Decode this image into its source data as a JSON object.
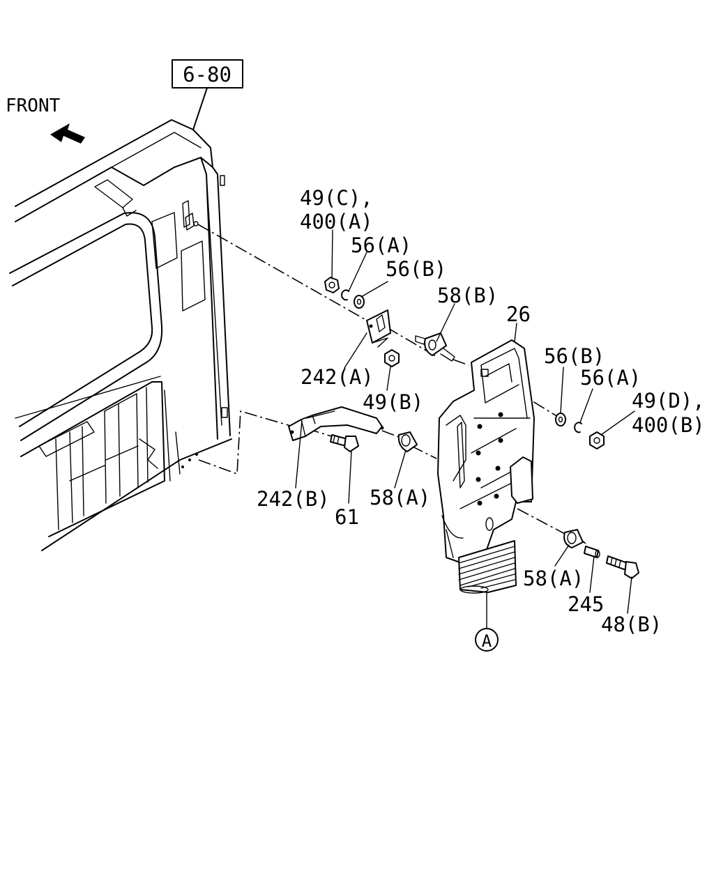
{
  "diagram": {
    "section_ref": "6-80",
    "direction_label": "FRONT",
    "detail_marker": "A",
    "callouts": {
      "c49c_400a_line1": "49(C),",
      "c49c_400a_line2": "400(A)",
      "c56a_top": "56(A)",
      "c56b_top": "56(B)",
      "c58b": "58(B)",
      "c26": "26",
      "c242a": "242(A)",
      "c49b": "49(B)",
      "c56b_right": "56(B)",
      "c56a_right": "56(A)",
      "c49d_400b_line1": "49(D),",
      "c49d_400b_line2": "400(B)",
      "c242b": "242(B)",
      "c61": "61",
      "c58a_mid": "58(A)",
      "c58a_low": "58(A)",
      "c245": "245",
      "c48b": "48(B)"
    }
  }
}
